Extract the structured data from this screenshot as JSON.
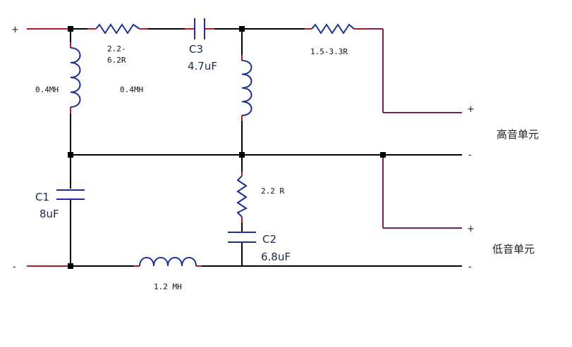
{
  "terminals": {
    "input_plus": "+",
    "input_minus": "-",
    "tweeter_plus": "+",
    "tweeter_minus": "-",
    "woofer_plus": "+",
    "woofer_minus": "-"
  },
  "speakers": {
    "tweeter": "高音单元",
    "woofer": "低音单元"
  },
  "components": {
    "r_series_top": "2.2-",
    "r_series_top_2": "6.2R",
    "c3_name": "C3",
    "c3_value": "4.7uF",
    "r_tweeter": "1.5-3.3R",
    "l_left": "0.4MH",
    "l_right": "0.4MH",
    "c1_name": "C1",
    "c1_value": "8uF",
    "r_zobel": "2.2 R",
    "c2_name": "C2",
    "c2_value": "6.8uF",
    "l_bottom": "1.2 MH"
  },
  "colors": {
    "wire": "#000000",
    "lead": "#b5171d",
    "component": "#1e2f8f",
    "output_wire": "#7a1f55"
  }
}
